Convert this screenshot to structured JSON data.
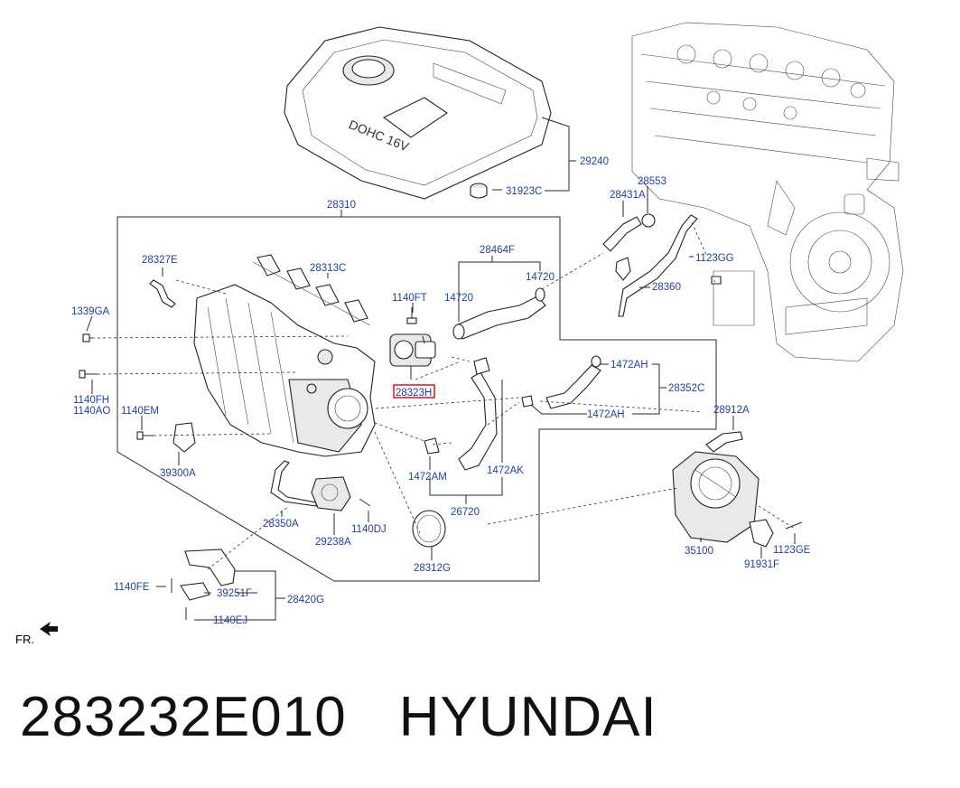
{
  "title": {
    "part_number": "283232E010",
    "brand": "HYUNDAI"
  },
  "direction_marker": "FR.",
  "highlighted_label": "28323H",
  "labels": {
    "l29240": "29240",
    "l31923C": "31923C",
    "l28310": "28310",
    "l28553": "28553",
    "l28431A": "28431A",
    "l28464F": "28464F",
    "l1123GG": "1123GG",
    "l14720a": "14720",
    "l14720b": "14720",
    "l28327E": "28327E",
    "l28313C": "28313C",
    "l1140FT": "1140FT",
    "l28360": "28360",
    "l1339GA": "1339GA",
    "l1472AHa": "1472AH",
    "l28352C": "28352C",
    "l1472AHb": "1472AH",
    "l1140FH": "1140FH",
    "l1140AO": "1140AO",
    "l1140EM": "1140EM",
    "l28912A": "28912A",
    "l39300A": "39300A",
    "l1472AM": "1472AM",
    "l1472AK": "1472AK",
    "l26720": "26720",
    "l28350A": "28350A",
    "l1140DJ": "1140DJ",
    "l29238A": "29238A",
    "l35100": "35100",
    "l1123GE": "1123GE",
    "l91931F": "91931F",
    "l28312G": "28312G",
    "l1140FE": "1140FE",
    "l39251F": "39251F",
    "l28420G": "28420G",
    "l1140EJ": "1140EJ"
  },
  "cover_text": "DOHC 16V",
  "colors": {
    "label": "#1f3fa6",
    "highlight": "#e0202a",
    "line": "#2a2a2a"
  }
}
